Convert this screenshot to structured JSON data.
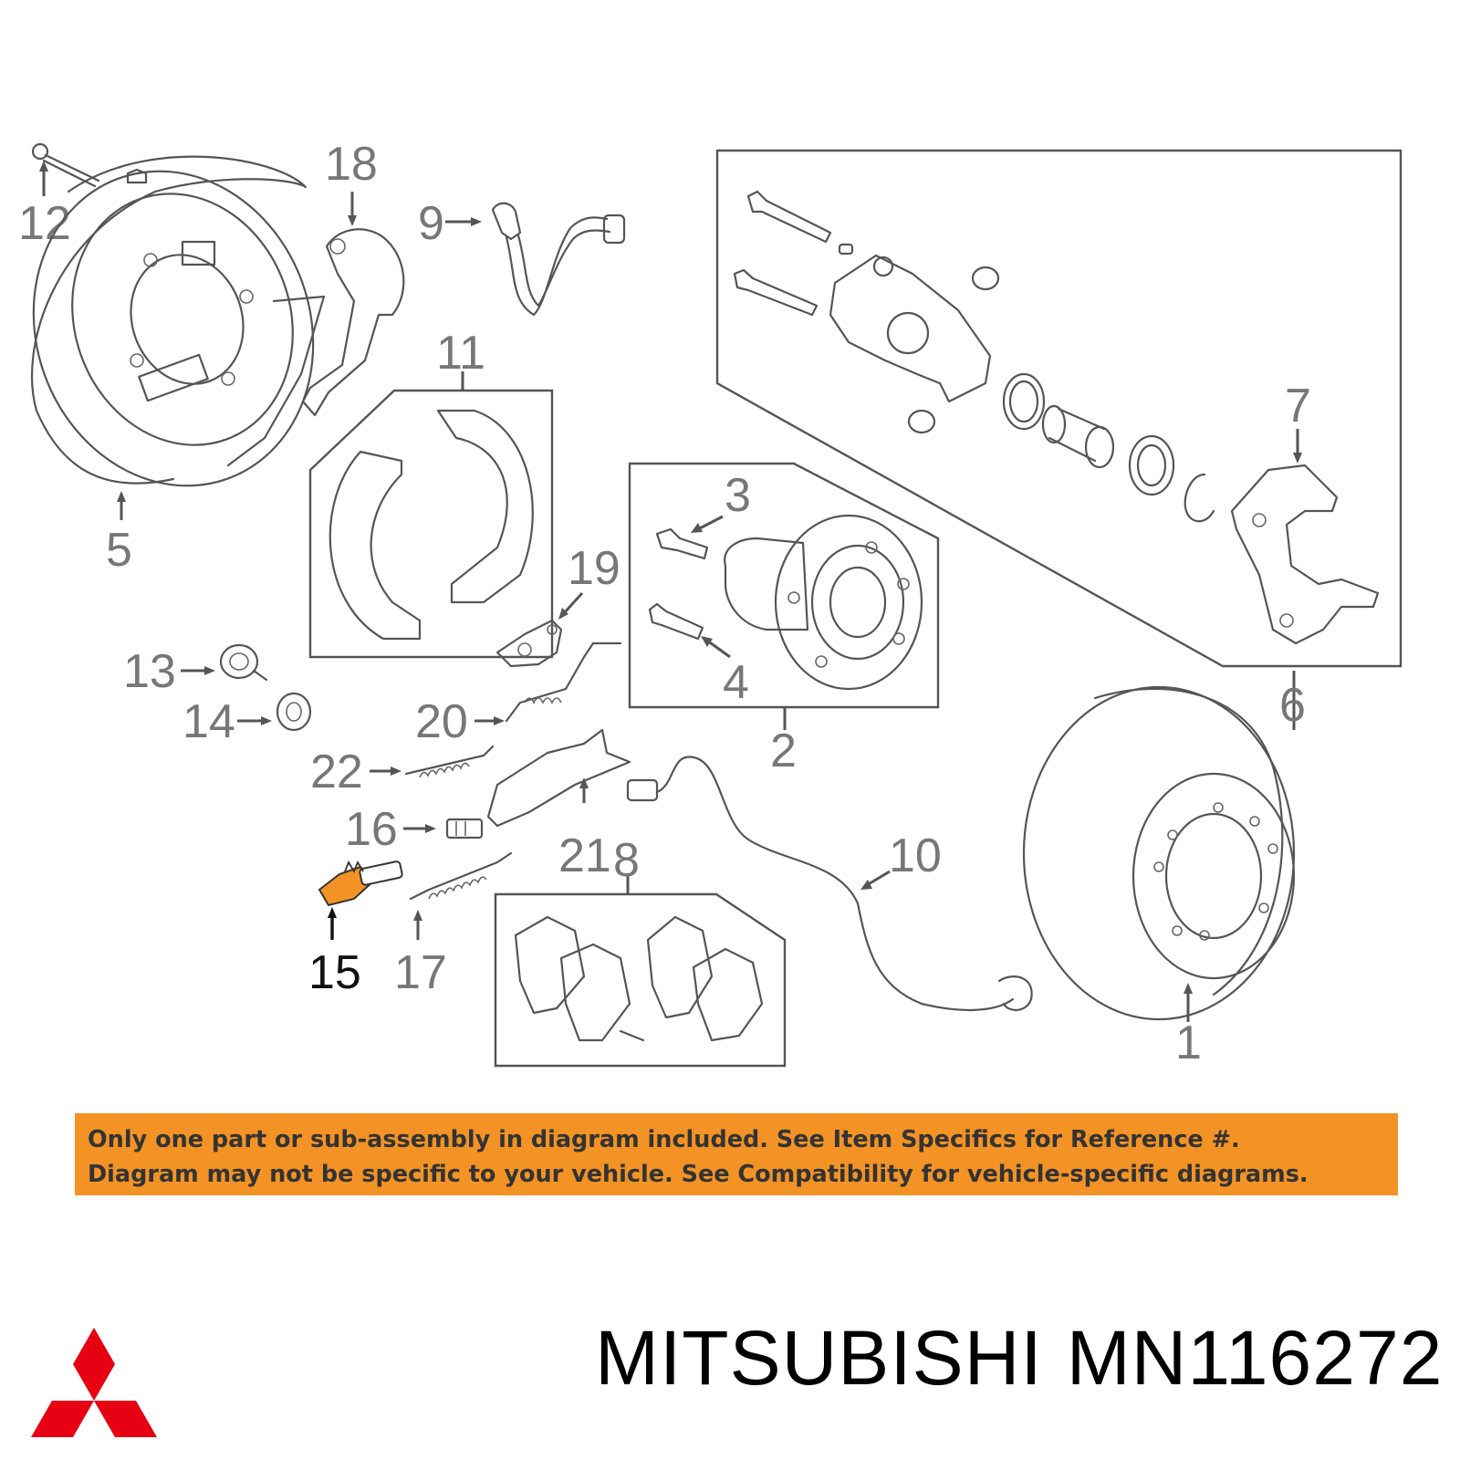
{
  "callouts": {
    "c1": "1",
    "c2": "2",
    "c3": "3",
    "c4": "4",
    "c5": "5",
    "c6": "6",
    "c7": "7",
    "c8": "8",
    "c9": "9",
    "c10": "10",
    "c11": "11",
    "c12": "12",
    "c13": "13",
    "c14": "14",
    "c15": "15",
    "c16": "16",
    "c17": "17",
    "c18": "18",
    "c19": "19",
    "c20": "20",
    "c21": "21",
    "c22": "22"
  },
  "highlighted_part": "15",
  "highlight_color": "#f39325",
  "notice": {
    "line1": "Only one part or sub-assembly in diagram included. See Item Specifics for Reference #.",
    "line2": "Diagram may not be specific to your vehicle. See Compatibility for vehicle-specific diagrams.",
    "background": "#f39325"
  },
  "brand": {
    "name": "MITSUBISHI",
    "part_number": "MN116272",
    "logo": "mitsubishi-three-diamonds-logo",
    "logo_color": "#e60012"
  }
}
